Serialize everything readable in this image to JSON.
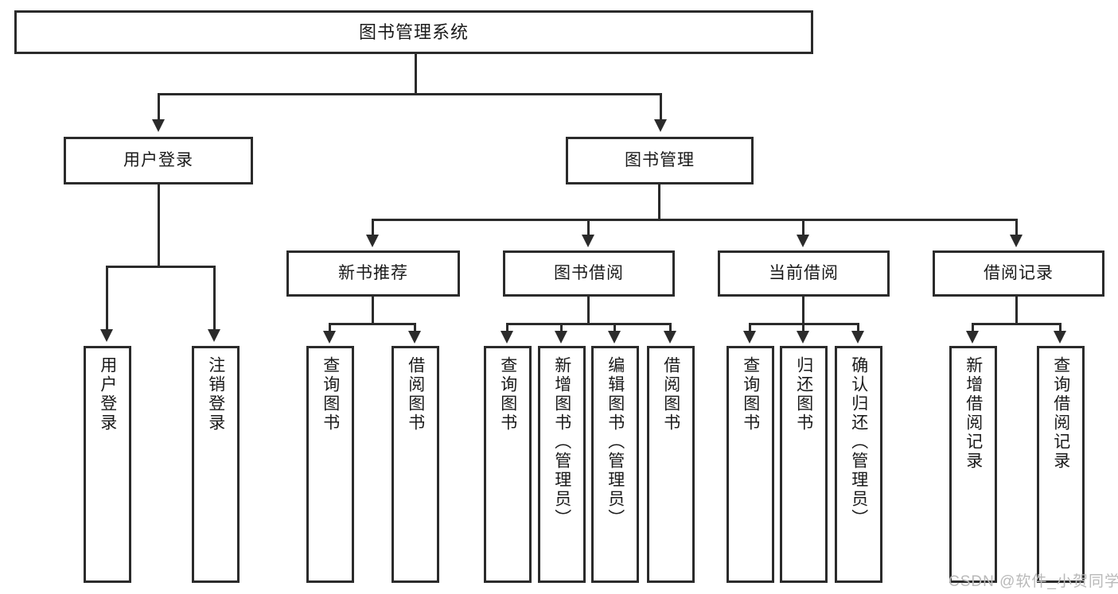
{
  "diagram": {
    "type": "tree",
    "title": "图书管理系统",
    "watermark": "CSDN @软件_小贺同学",
    "colors": {
      "box_border": "#2b2b2b",
      "box_fill": "#ffffff",
      "text": "#1a1a1a",
      "connector": "#2b2b2b",
      "watermark": "#b9b9b9",
      "background": "#ffffff"
    },
    "root": {
      "label": "图书管理系统"
    },
    "level2": [
      {
        "label": "用户登录"
      },
      {
        "label": "图书管理"
      }
    ],
    "level3": [
      {
        "label": "新书推荐"
      },
      {
        "label": "图书借阅"
      },
      {
        "label": "当前借阅"
      },
      {
        "label": "借阅记录"
      }
    ],
    "leaves": {
      "user_login": [
        {
          "label": "用户登录"
        },
        {
          "label": "注销登录"
        }
      ],
      "new_book_recommend": [
        {
          "label": "查询图书"
        },
        {
          "label": "借阅图书"
        }
      ],
      "book_borrow": [
        {
          "label": "查询图书"
        },
        {
          "label": "新增图书（管理员）"
        },
        {
          "label": "编辑图书（管理员）"
        },
        {
          "label": "借阅图书"
        }
      ],
      "current_borrow": [
        {
          "label": "查询图书"
        },
        {
          "label": "归还图书"
        },
        {
          "label": "确认归还（管理员）"
        }
      ],
      "borrow_record": [
        {
          "label": "新增借阅记录"
        },
        {
          "label": "查询借阅记录"
        }
      ]
    }
  }
}
